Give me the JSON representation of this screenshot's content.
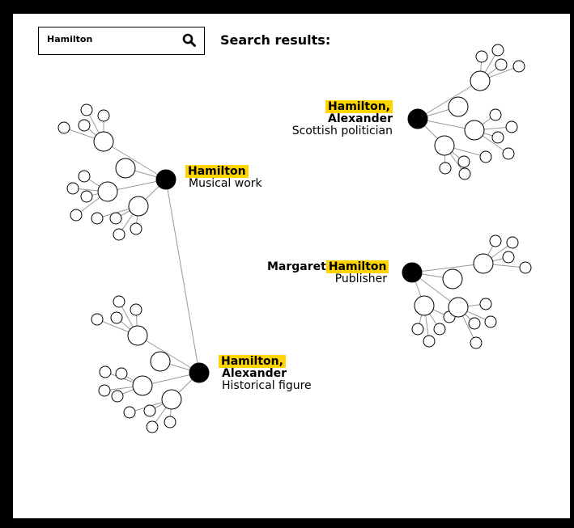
{
  "search": {
    "query": "Hamilton",
    "icon": "search-icon"
  },
  "results_title": "Search results:",
  "results": [
    {
      "highlight": "Hamilton",
      "name_rest": "",
      "description": "Musical work"
    },
    {
      "highlight": "Hamilton,",
      "name_rest": "Alexander",
      "description": "Historical figure"
    },
    {
      "highlight": "Hamilton,",
      "name_rest": "Alexander",
      "description": "Scottish politician"
    },
    {
      "prefix": "Margaret",
      "highlight": "Hamilton",
      "description": "Publisher"
    }
  ],
  "colors": {
    "highlight": "#ffd400",
    "node": "#000000",
    "edge": "#888888",
    "frame": "#000000"
  }
}
